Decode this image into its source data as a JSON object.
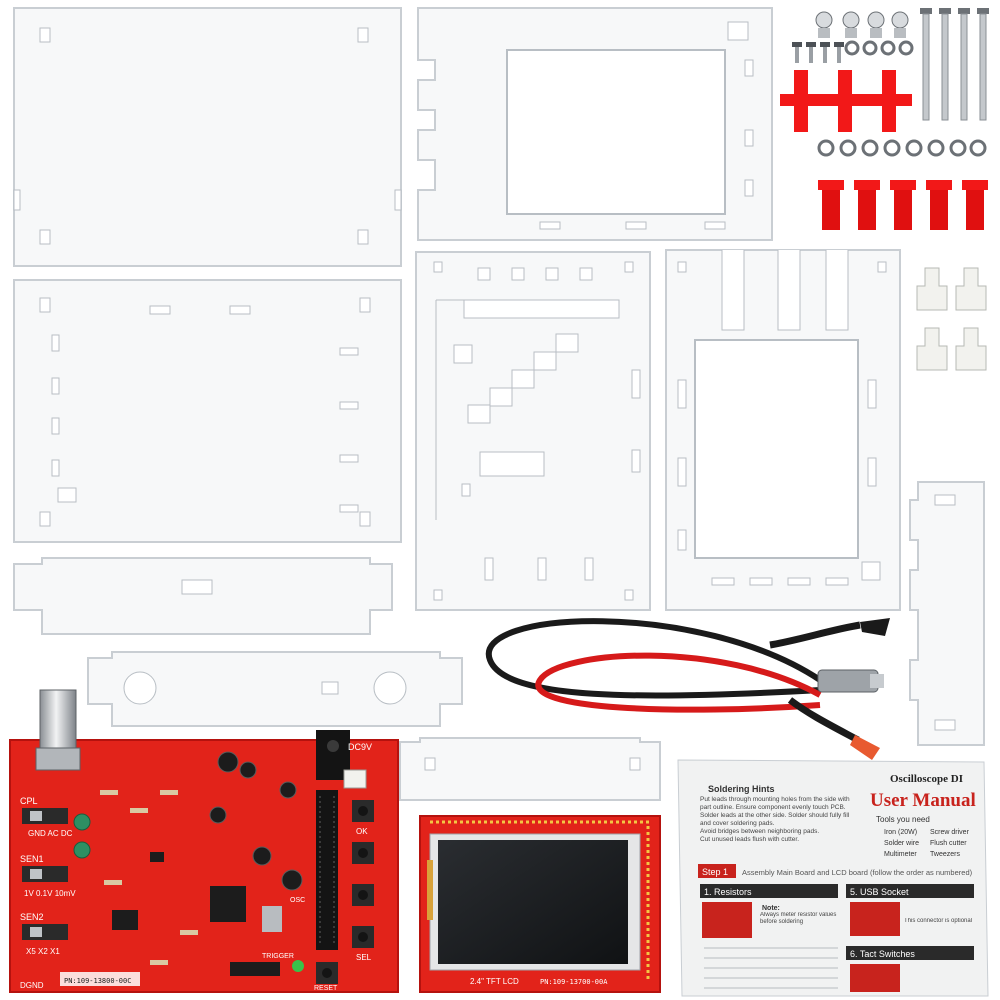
{
  "colors": {
    "acrylic_fill": "#f7f8f9",
    "acrylic_edge": "#c9ced3",
    "pcb_red": "#e2231a",
    "pcb_dark": "#b5120e",
    "plastic_red": "#f21818",
    "lcd_glass": "#1b1d20",
    "manual_paper": "#f1f2f2"
  },
  "main_board": {
    "silk_top": "DC9V",
    "label_cpl": "CPL",
    "label_coupling": "GND AC  DC",
    "label_sen1": "SEN1",
    "label_sen1_range": "1V  0.1V 10mV",
    "label_sen2": "SEN2",
    "label_sen2_range": "X5  X2  X1",
    "label_ok": "OK",
    "label_sel": "SEL",
    "label_dgnd": "DGND",
    "label_part_no": "PN:109-13800-00C",
    "label_trigger": "TRIGGER",
    "label_reset": "RESET",
    "label_osc": "OSC"
  },
  "lcd_board": {
    "label": "2.4\" TFT LCD",
    "part_no": "PN:109-13700-00A"
  },
  "manual": {
    "header_right": "Oscilloscope DI",
    "title": "User Manual",
    "hints_title": "Soldering Hints",
    "hint_1": "Put leads through mounting holes from the side with part outline. Ensure component evenly touch PCB.",
    "hint_2": "Solder leads at the other side. Solder should fully fill and cover soldering pads.",
    "hint_3": "Avoid bridges between neighboring pads.",
    "hint_4": "Cut unused leads flush with cutter.",
    "tools_title": "Tools you need",
    "tool_1": "Iron (20W)",
    "tool_2": "Screw driver",
    "tool_3": "Solder wire",
    "tool_4": "Flush cutter",
    "tool_5": "Multimeter",
    "tool_6": "Tweezers",
    "step_label": "Step 1",
    "step_text": "Assembly Main Board and LCD board (follow the order as numbered)",
    "section_1": "1. Resistors",
    "section_5": "5. USB Socket",
    "section_6": "6. Tact Switches",
    "note_label": "Note:",
    "note_text": "Always meter resistor values before soldering",
    "usb_note": "This connector is optional"
  }
}
